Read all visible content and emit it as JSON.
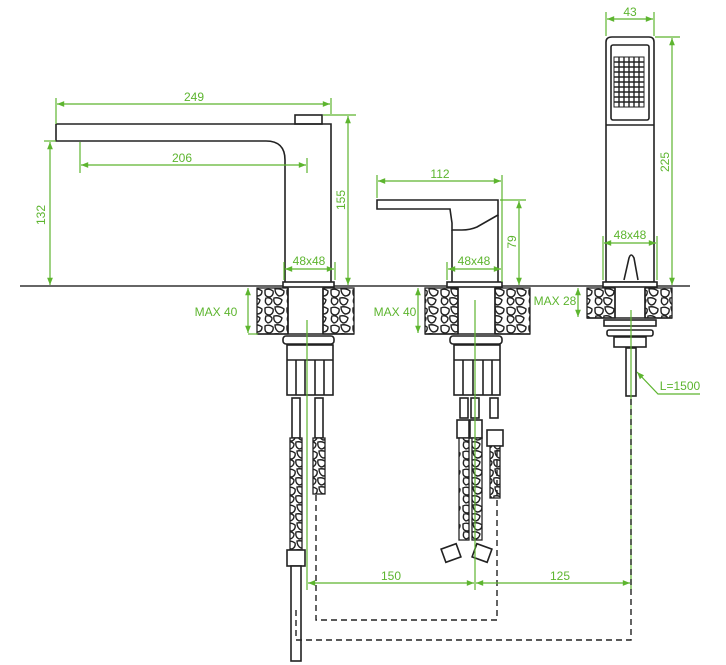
{
  "colors": {
    "dimension": "#5db52f",
    "outline": "#222222"
  },
  "dimensions": {
    "spout_length": "249",
    "spout_reach": "206",
    "spout_clearance": "132",
    "spout_height": "155",
    "spout_base": "48x48",
    "spout_deck": "MAX 40",
    "mixer_length": "112",
    "mixer_height": "79",
    "mixer_base": "48x48",
    "mixer_deck": "MAX 40",
    "shower_width": "43",
    "shower_height": "225",
    "shower_base": "48x48",
    "shower_deck": "MAX 28",
    "hose_length": "L=1500",
    "spacing_spout_mixer": "150",
    "spacing_mixer_shower": "125"
  }
}
